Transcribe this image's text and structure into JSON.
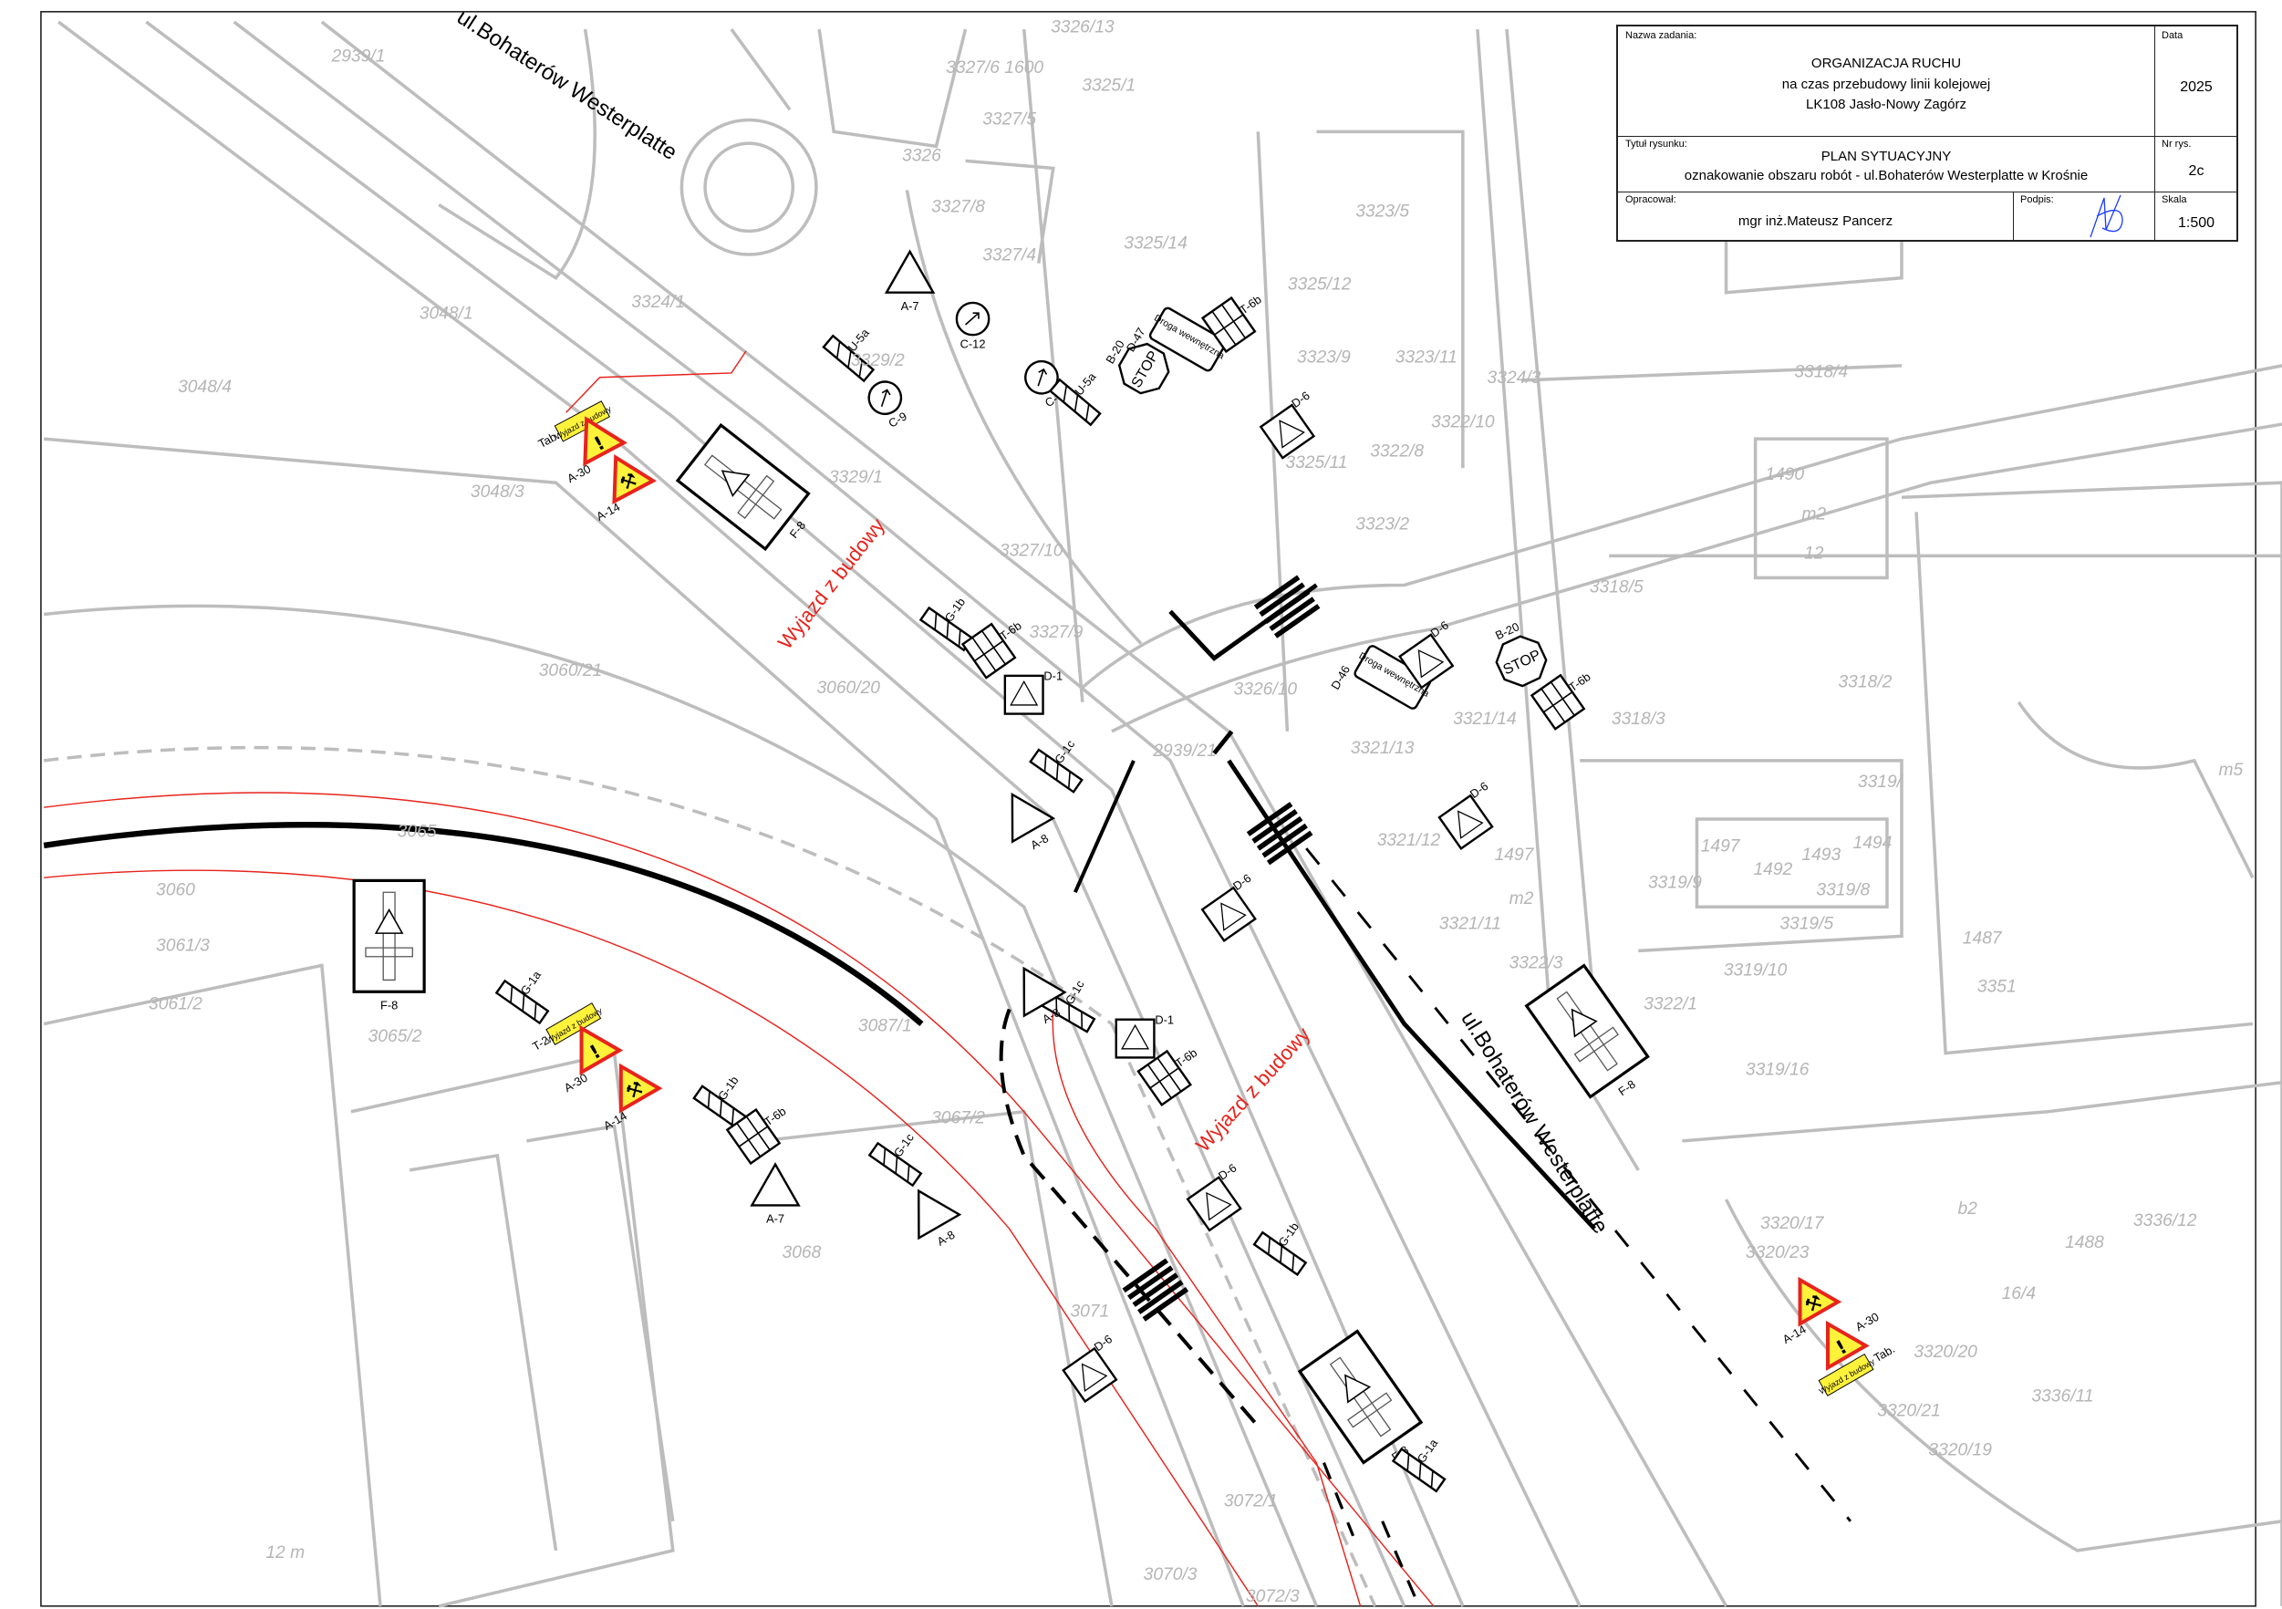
{
  "title_block": {
    "task_label": "Nazwa zadania:",
    "task_line1": "ORGANIZACJA RUCHU",
    "task_line2": "na czas przebudowy linii kolejowej",
    "task_line3": "LK108 Jasło-Nowy Zagórz",
    "date_label": "Data",
    "date_value": "2025",
    "drawing_title_label": "Tytuł rysunku:",
    "drawing_title_line1": "PLAN SYTUACYJNY",
    "drawing_title_line2": "oznakowanie obszaru robót - ul.Bohaterów Westerplatte w Krośnie",
    "drawing_no_label": "Nr rys.",
    "drawing_no_value": "2c",
    "author_label": "Opracował:",
    "author_value": "mgr inż.Mateusz Pancerz",
    "signature_label": "Podpis:",
    "scale_label": "Skala",
    "scale_value": "1:500"
  },
  "street_labels": [
    "ul.Bohaterów Westerplatte",
    "ul.Bohaterów Westerplatte"
  ],
  "annotations": [
    "Wyjazd z budowy",
    "Wyjazd z budowy"
  ],
  "parcels": [
    "2939/1",
    "3326/13",
    "3327/6 1600",
    "3325/1",
    "3327/5",
    "3326",
    "3327/8",
    "3327/4",
    "3325/14",
    "3323/5",
    "3324/1",
    "3048/1",
    "3329/2",
    "3325/12",
    "3323/9",
    "3323/11",
    "3048/4",
    "3324/3",
    "3318/4",
    "3322/10",
    "3322/8",
    "3325/11",
    "3329/1",
    "3048/3",
    "3323/2",
    "1490",
    "m2",
    "12",
    "3327/10",
    "3318/5",
    "3327/9",
    "3060/20",
    "3060/21",
    "3326/10",
    "3318/2",
    "3321/14",
    "3318/3",
    "3321/13",
    "2939/21",
    "3319/",
    "m5",
    "3065",
    "3321/12",
    "1497",
    "1497",
    "1492",
    "1493",
    "1494",
    "3319/9",
    "3319/8",
    "3060",
    "m2",
    "3319/5",
    "3321/11",
    "3061/3",
    "3322/3",
    "1487",
    "3319/10",
    "3351",
    "3061/2",
    "3065/2",
    "3322/1",
    "3087/1",
    "3319/16",
    "3336/12",
    "3320/17",
    "3320/23",
    "1488",
    "b2",
    "16/4",
    "3067/2",
    "3068",
    "3320/20",
    "3320/21",
    "3336/11",
    "3320/19",
    "3071",
    "3072/1",
    "3070/3",
    "3072/3",
    "12 m"
  ],
  "signs": [
    {
      "code": "A-7",
      "shape": "triangle"
    },
    {
      "code": "C-12",
      "shape": "circle"
    },
    {
      "code": "C-9",
      "shape": "circle"
    },
    {
      "code": "C-9",
      "shape": "circle"
    },
    {
      "code": "U-5a",
      "shape": "post"
    },
    {
      "code": "U-5a",
      "shape": "post"
    },
    {
      "code": "B-20",
      "shape": "stop",
      "text": "STOP"
    },
    {
      "code": "D-47",
      "shape": "rect",
      "text": "Droga wewnętrzna"
    },
    {
      "code": "T-6b",
      "shape": "grid"
    },
    {
      "code": "D-6",
      "shape": "square"
    },
    {
      "code": "F-8",
      "shape": "bigrect"
    },
    {
      "code": "Tab.",
      "shape": "yellowtab",
      "text": "Wyjazd z budowy"
    },
    {
      "code": "A-30",
      "shape": "yellowtri",
      "text": "!"
    },
    {
      "code": "A-14",
      "shape": "yellowtri",
      "text": "⚒"
    },
    {
      "code": "G-1b",
      "shape": "post"
    },
    {
      "code": "T-6b",
      "shape": "grid"
    },
    {
      "code": "D-1",
      "shape": "square"
    },
    {
      "code": "G-1c",
      "shape": "post"
    },
    {
      "code": "A-8",
      "shape": "triangle"
    },
    {
      "code": "D-6",
      "shape": "square"
    },
    {
      "code": "G-1c",
      "shape": "post"
    },
    {
      "code": "A-8",
      "shape": "triangle"
    },
    {
      "code": "D-46",
      "shape": "rect",
      "text": "Droga wewnętrzna"
    },
    {
      "code": "D-6",
      "shape": "square"
    },
    {
      "code": "B-20",
      "shape": "stop",
      "text": "STOP"
    },
    {
      "code": "T-6b",
      "shape": "grid"
    },
    {
      "code": "D-6",
      "shape": "square"
    },
    {
      "code": "F-8",
      "shape": "bigrect"
    },
    {
      "code": "G-1a",
      "shape": "post"
    },
    {
      "code": "T-2",
      "shape": "yellowtab",
      "text": "Wyjazd z budowy"
    },
    {
      "code": "A-30",
      "shape": "yellowtri",
      "text": "!"
    },
    {
      "code": "A-14",
      "shape": "yellowtri",
      "text": "⚒"
    },
    {
      "code": "G-1b",
      "shape": "post"
    },
    {
      "code": "T-6b",
      "shape": "grid"
    },
    {
      "code": "A-7",
      "shape": "triangle"
    },
    {
      "code": "G-1c",
      "shape": "post"
    },
    {
      "code": "A-8",
      "shape": "triangle"
    },
    {
      "code": "D-1",
      "shape": "square"
    },
    {
      "code": "T-6b",
      "shape": "grid"
    },
    {
      "code": "D-6",
      "shape": "square"
    },
    {
      "code": "G-1b",
      "shape": "post"
    },
    {
      "code": "D-6",
      "shape": "square"
    },
    {
      "code": "F-8",
      "shape": "bigrect"
    },
    {
      "code": "G-1a",
      "shape": "post"
    },
    {
      "code": "F-8",
      "shape": "bigrect"
    },
    {
      "code": "A-14",
      "shape": "yellowtri",
      "text": "⚒"
    },
    {
      "code": "A-30",
      "shape": "yellowtri",
      "text": "!"
    },
    {
      "code": "Tab.",
      "shape": "yellowtab",
      "text": "Wyjazd z budowy"
    }
  ],
  "colors": {
    "base_map": "#bdbdbd",
    "ink": "#000000",
    "annotation": "#e8231c",
    "warning_yellow": "#fff23a",
    "warning_border": "#e8231c",
    "signature": "#1a3cff"
  }
}
